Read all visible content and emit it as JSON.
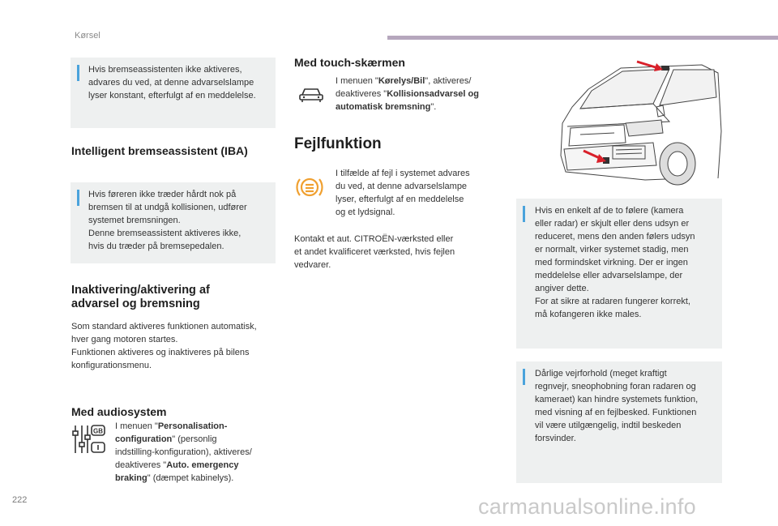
{
  "header": {
    "section": "Kørsel"
  },
  "page_number": "222",
  "watermark": "carmanualsonline.info",
  "left": {
    "note1": "Hvis bremseassistenten ikke aktiveres,\nadvares du ved, at denne advarselslampe\nlyser konstant, efterfulgt af en meddelelse.",
    "iba_heading": "Intelligent bremseassistent (IBA)",
    "note2": "Hvis føreren ikke træder hårdt nok på\nbremsen til at undgå kollisionen, udfører\nsystemet bremsningen.\nDenne bremseassistent aktiveres ikke,\nhvis du træder på bremsepedalen.",
    "inakt_heading": "Inaktivering/aktivering af\nadvarsel og bremsning",
    "inakt_body": "Som standard aktiveres funktionen automatisk,\nhver gang motoren startes.\nFunktionen aktiveres og inaktiveres på bilens\nkonfigurationsmenu.",
    "audio_heading": "Med audiosystem",
    "audio_text": {
      "t1": "I menuen \"",
      "b1": "Personalisation-\nconfiguration",
      "t2": "\" (personlig\nindstilling-konfiguration), aktiveres/\ndeaktiveres \"",
      "b2": "Auto. emergency\nbraking",
      "t3": "\" (dæmpet kabinelys)."
    },
    "audio_icon_gb": "GB"
  },
  "middle": {
    "touch_heading": "Med touch-skærmen",
    "touch_text": {
      "t1": "I menuen \"",
      "b1": "Kørelys/Bil",
      "t2": "\", aktiveres/\ndeaktiveres \"",
      "b2": "Kollisionsadvarsel og\nautomatisk bremsning",
      "t3": "\"."
    },
    "fejl_heading": "Fejlfunktion",
    "fejl_icon_text": "I tilfælde af fejl i systemet advares\ndu ved, at denne advarselslampe\nlyser, efterfulgt af en meddelelse\nog et lydsignal.",
    "fejl_body": "Kontakt et aut. CITROËN-værksted eller\net andet kvalificeret værksted, hvis fejlen\nvedvarer."
  },
  "right": {
    "note1": "Hvis en enkelt af de to følere (kamera\neller radar) er skjult eller dens udsyn er\nreduceret, mens den anden følers udsyn\ner normalt, virker systemet stadig, men\nmed formindsket virkning. Der er ingen\nmeddelelse eller advarselslampe, der\nangiver dette.\nFor at sikre at radaren fungerer korrekt,\nmå kofangeren ikke males.",
    "note2": "Dårlige vejrforhold (meget kraftigt\nregnvejr, sneophobning foran radaren og\nkameraet) kan hindre systemets funktion,\nmed visning af en fejlbesked. Funktionen\nvil være utilgængelig, indtil beskeden\nforsvinder."
  },
  "colors": {
    "accent_bar": "#b6a7bd",
    "note_bar": "#4aa3dc",
    "note_bg": "#eef0f0",
    "warning_orange": "#f0a030",
    "arrow_red": "#d9202a"
  }
}
